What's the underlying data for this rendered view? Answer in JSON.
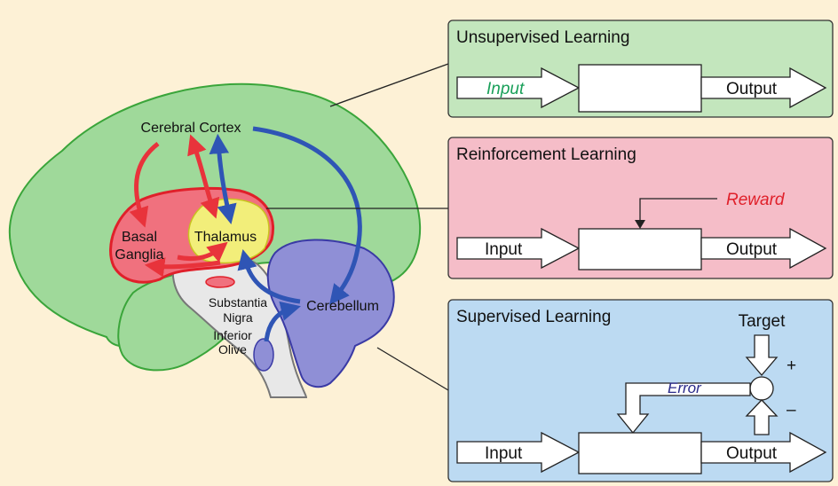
{
  "brain": {
    "cerebral_cortex": "Cerebral Cortex",
    "basal_ganglia_line1": "Basal",
    "basal_ganglia_line2": "Ganglia",
    "thalamus": "Thalamus",
    "substantia_line1": "Substantia",
    "substantia_line2": "Nigra",
    "inferior_line1": "Inferior",
    "inferior_line2": "Olive",
    "cerebellum": "Cerebellum"
  },
  "panels": {
    "unsupervised": {
      "title": "Unsupervised Learning",
      "input": "Input",
      "output": "Output"
    },
    "reinforcement": {
      "title": "Reinforcement Learning",
      "reward": "Reward",
      "input": "Input",
      "output": "Output"
    },
    "supervised": {
      "title": "Supervised Learning",
      "target": "Target",
      "plus": "+",
      "minus": "–",
      "error": "Error",
      "input": "Input",
      "output": "Output"
    }
  },
  "colors": {
    "background": "#fdf1d6",
    "cortex_fill": "#9fd99a",
    "cortex_stroke": "#3aa53a",
    "basal_fill": "#f0717e",
    "basal_stroke": "#e0202a",
    "thalamus_fill": "#f2ee7a",
    "cerebellum_fill": "#8f8fd6",
    "cerebellum_stroke": "#3a3aa5",
    "stem_fill": "#e8e8e8",
    "red_arrow": "#e8333b",
    "blue_arrow": "#2f55b5",
    "unsupervised_panel": "#c3e6bd",
    "reinforcement_panel": "#f5bdc8",
    "supervised_panel": "#bcdaf2",
    "input_green": "#1aa05a",
    "reward_red": "#e0202a",
    "error_blue": "#2a2a8a"
  }
}
